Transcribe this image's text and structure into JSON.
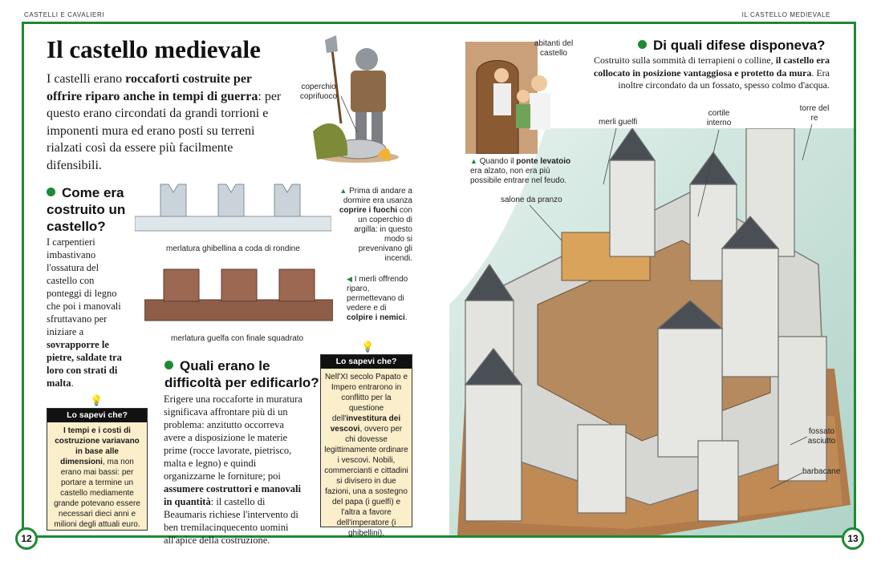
{
  "running_left": "CASTELLI E CAVALIERI",
  "running_right": "IL CASTELLO MEDIEVALE",
  "page_left": "12",
  "page_right": "13",
  "title": "Il castello medievale",
  "intro": {
    "p1": "I castelli erano ",
    "b1": "roccaforti costruite per offrire riparo anche in tempi di guerra",
    "p2": ": per questo erano circondati da grandi torrioni e imponenti mura ed erano posti su terreni rialzati così da essere più facilmente difensibili."
  },
  "curfew": {
    "label": "coperchio coprifuoco",
    "c1": "Prima di andare a dormire era usanza ",
    "b1": "coprire i fuochi",
    "c2": " con un coperchio di argilla: in questo modo si prevenivano gli incendi."
  },
  "come": {
    "heading": "Come era costruito un castello?",
    "t1": "I carpentieri imbastivano l'ossatura del castello con ponteggi di legno che poi i manovali sfruttavano per iniziare a ",
    "b1": "sovrapporre le pietre, saldate tra loro con strati di malta",
    "t2": "."
  },
  "merlatura": {
    "ghibellina": "merlatura ghibellina a coda di rondine",
    "guelfa": "merlatura guelfa con finale squadrato"
  },
  "merli_caption": {
    "c1": "I merli offrendo riparo, permettevano di vedere e di ",
    "b1": "colpire i nemici",
    "c2": "."
  },
  "box1": {
    "header": "Lo sapevi che?",
    "b1": "I tempi e i costi di costruzione variavano in base alle dimensioni",
    "t1": ", ma non erano mai bassi: per portare a termine un castello mediamente grande potevano essere necessari dieci anni e milioni degli attuali euro."
  },
  "difficolta": {
    "heading": "Quali erano le difficoltà per edificarlo?",
    "t1": "Erigere una roccaforte in muratura significava affrontare più di un problema: anzitutto occorreva avere a disposizione le materie prime (rocce lavorate, pietrisco, malta e legno) e quindi organizzarne le forniture; poi ",
    "b1": "assumere costruttori e manovali in quantità",
    "t2": ": il castello di Beaumaris richiese l'intervento di ben tremilacinquecento uomini all'apice della costruzione."
  },
  "box2": {
    "header": "Lo sapevi che?",
    "t1": "Nell'XI secolo Papato e Impero entrarono in conflitto per la questione dell'",
    "b1": "investitura dei vescovi",
    "t2": ", ovvero per chi dovesse legittimamente ordinare i vescovi. Nobili, commercianti e cittadini si divisero in due fazioni, una a sostegno del papa (i guelfi) e l'altra a favore dell'imperatore (i ghibellini)."
  },
  "abitanti": {
    "label": "abitanti del castello",
    "c1": "Quando il ",
    "b1": "ponte levatoio",
    "c2": " era alzato, non era più possibile entrare nel feudo."
  },
  "difese": {
    "heading": "Di quali difese disponeva?",
    "t1": "Costruito sulla sommità di terrapieni o colline, ",
    "b1": "il castello era collocato in posizione vantaggiosa e protetto da mura",
    "t2": ". Era inoltre circondato da un fossato, spesso colmo d'acqua."
  },
  "castle_labels": {
    "merli_guelfi": "merli guelfi",
    "cortile": "cortile interno",
    "torre": "torre del re",
    "salone": "salone da pranzo",
    "fossato": "fossato asciutto",
    "barbacane": "barbacane"
  }
}
